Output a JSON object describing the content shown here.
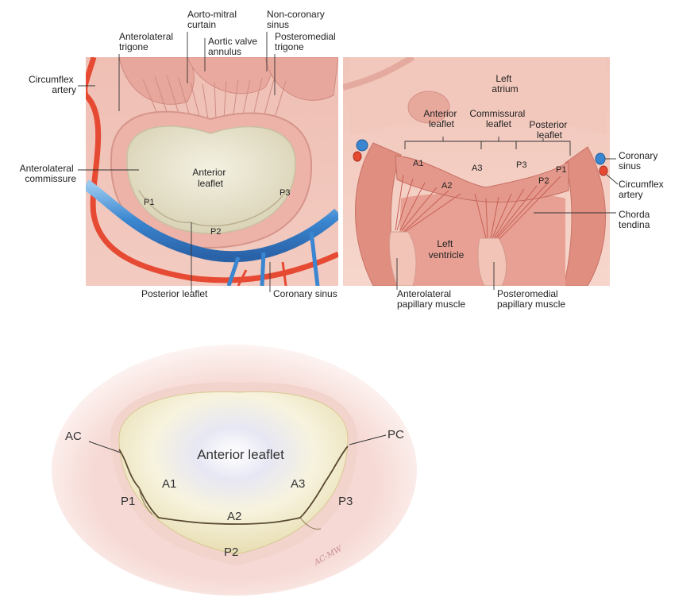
{
  "panel_a": {
    "labels": {
      "aorto_mitral": [
        "Aorto-mitral",
        "curtain"
      ],
      "non_coronary": [
        "Non-coronary",
        "sinus"
      ],
      "anterolateral_trigone": [
        "Anterolateral",
        "trigone"
      ],
      "aortic_annulus": [
        "Aortic valve",
        "annulus"
      ],
      "posteromedial_trigone": [
        "Posteromedial",
        "trigone"
      ],
      "circumflex": [
        "Circumflex",
        "artery"
      ],
      "anterolateral_commissure": [
        "Anterolateral",
        "commissure"
      ],
      "anterior_leaflet": [
        "Anterior",
        "leaflet"
      ],
      "p1": "P1",
      "p2": "P2",
      "p3": "P3",
      "posterior_leaflet": "Posterior leaflet",
      "coronary_sinus": "Coronary sinus"
    }
  },
  "panel_b": {
    "labels": {
      "left_atrium": [
        "Left",
        "atrium"
      ],
      "anterior_leaflet": [
        "Anterior",
        "leaflet"
      ],
      "commissural_leaflet": [
        "Commissural",
        "leaflet"
      ],
      "posterior_leaflet": [
        "Posterior",
        "leaflet"
      ],
      "a1": "A1",
      "a2": "A2",
      "a3": "A3",
      "p3": "P3",
      "p2": "P2",
      "p1": "P1",
      "coronary_sinus": [
        "Coronary",
        "sinus"
      ],
      "circumflex": [
        "Circumflex",
        "artery"
      ],
      "chorda": [
        "Chorda",
        "tendina"
      ],
      "left_ventricle": [
        "Left",
        "ventricle"
      ],
      "anterolateral_pm": [
        "Anterolateral",
        "papillary muscle"
      ],
      "posteromedial_pm": [
        "Posteromedial",
        "papillary muscle"
      ]
    }
  },
  "panel_c": {
    "labels": {
      "ac": "AC",
      "pc": "PC",
      "anterior_leaflet": "Anterior leaflet",
      "a1": "A1",
      "a2": "A2",
      "a3": "A3",
      "p1": "P1",
      "p2": "P2",
      "p3": "P3"
    },
    "signature": "AC-MW"
  }
}
